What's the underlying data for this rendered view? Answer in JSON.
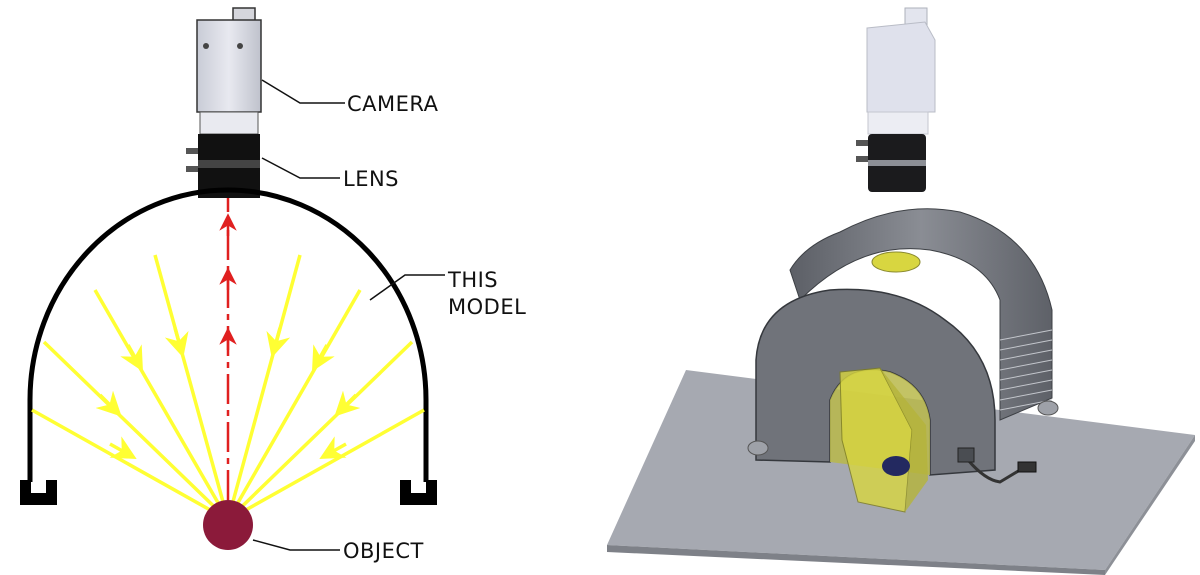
{
  "labels": {
    "camera": "CAMERA",
    "lens": "LENS",
    "model_line1": "THIS",
    "model_line2": "MODEL",
    "object": "OBJECT"
  },
  "colors": {
    "ray_yellow": "#ffff33",
    "ray_red": "#e02020",
    "object_fill": "#8b1a3a",
    "dome_stroke": "#000000",
    "housing_gray": "#75787f",
    "plate_gray": "#a6a9b1",
    "camera_body": "#d8dae4",
    "window_yellow": "#d8d640"
  }
}
